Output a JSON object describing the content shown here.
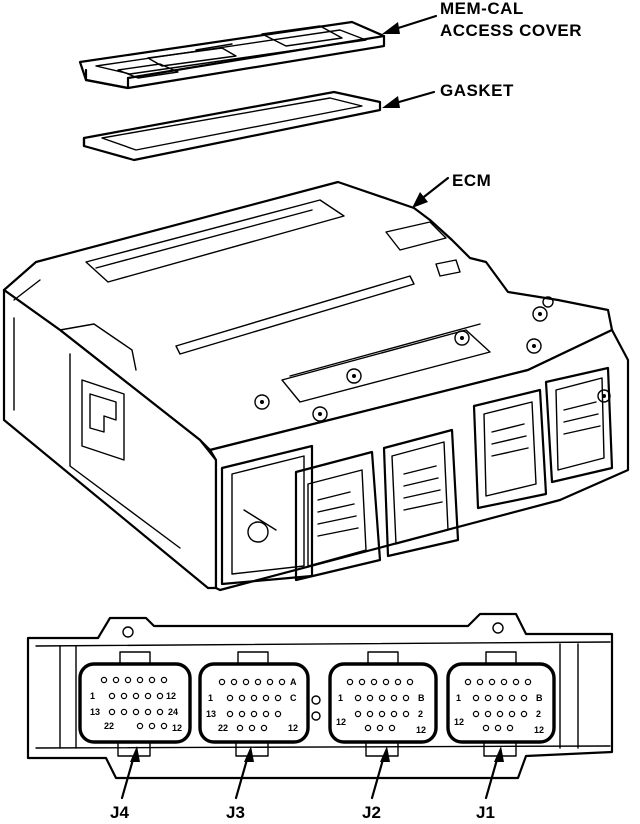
{
  "labels": {
    "access_cover_line1": "MEM-CAL",
    "access_cover_line2": "ACCESS COVER",
    "gasket": "GASKET",
    "ecm": "ECM"
  },
  "connectors": [
    {
      "id": "J4",
      "label": "J4",
      "pins": [
        "1",
        "12",
        "13",
        "22",
        "24",
        "12"
      ]
    },
    {
      "id": "J3",
      "label": "J3",
      "pins": [
        "1",
        "13",
        "22",
        "A",
        "C",
        "12"
      ]
    },
    {
      "id": "J2",
      "label": "J2",
      "pins": [
        "1",
        "12",
        "B",
        "2",
        "12"
      ]
    },
    {
      "id": "J1",
      "label": "J1",
      "pins": [
        "1",
        "12",
        "B",
        "2",
        "12"
      ]
    }
  ]
}
